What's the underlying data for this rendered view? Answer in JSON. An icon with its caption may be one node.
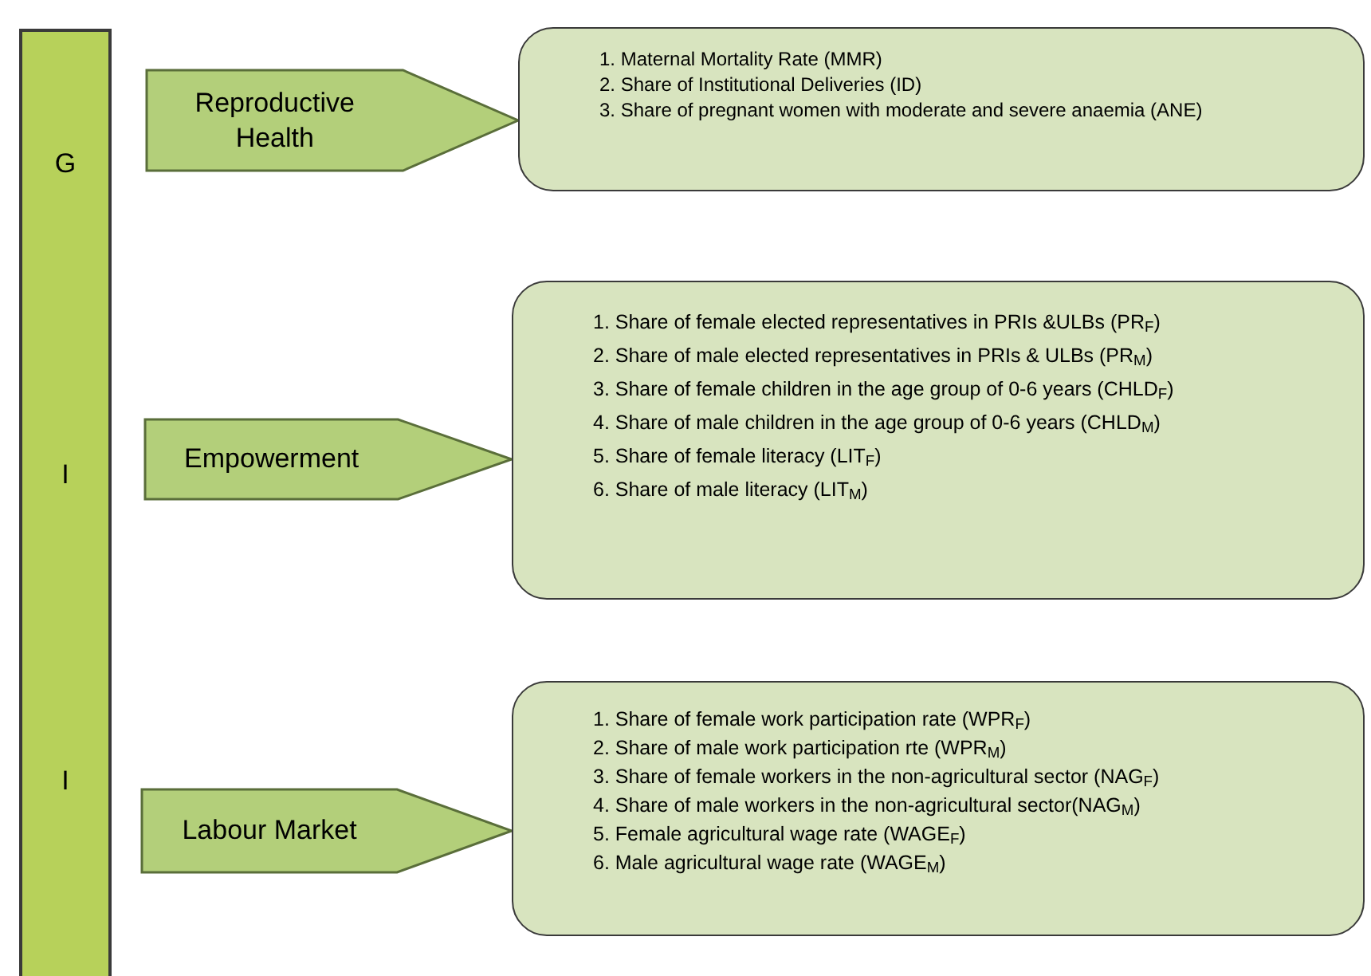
{
  "diagram": {
    "nodes": [
      {
        "text": [
          "G",
          "I",
          "I"
        ]
      },
      {
        "text": [
          "1. Maternal Mortality Rate (MMR)",
          "2. Share of Institutional Deliveries (ID)",
          "3. Share of pregnant women with moderate and severe anaemia (ANE)"
        ]
      },
      {
        "text": [
          "1. Share of female elected representatives in PRIs &ULBs (PR$_{F}$)",
          "2. Share of male elected representatives in PRIs & ULBs (PR$_{M}$)",
          "3. Share of female children in the age group of 0-6 years (CHLD$_{F}$)",
          "4. Share of male children in the age group of 0-6 years (CHLD$_{M}$)",
          "5. Share of female literacy (LIT$_{F}$)",
          "6. Share of male literacy (LIT$_{M}$)"
        ]
      },
      {
        "text": [
          "1. Share of female work participation rate (WPR$_{F}$)",
          "2. Share of male work participation rte (WPR$_{M}$)",
          "3. Share of female workers in the non-agricultural sector (NAG$_{F}$)",
          "4. Share of male workers in the non-agricultural sector(NAG$_{M}$)",
          "5. Female agricultural wage rate (WAGE$_{F}$)",
          "6. Male agricultural wage rate (WAGE$_{M}$)"
        ]
      }
    ],
    "edges": [
      {
        "from": 0,
        "to": 1,
        "arrow": "to",
        "label": "Reproductive Health"
      },
      {
        "from": 0,
        "to": 2,
        "arrow": "to",
        "label": "Empowerment"
      },
      {
        "from": 0,
        "to": 3,
        "arrow": "to",
        "label": "Labour Market"
      }
    ]
  }
}
